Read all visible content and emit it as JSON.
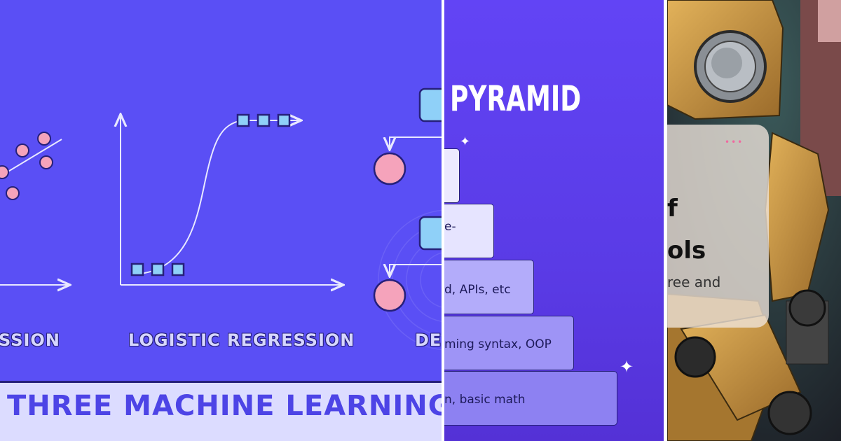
{
  "panel_left": {
    "labels": {
      "linear": "SSION",
      "logistic": "LOGISTIC REGRESSION",
      "tree": "DE"
    },
    "banner": "THREE MACHINE LEARNING MOD"
  },
  "panel_middle": {
    "title": "PYRAMID",
    "steps": [
      {
        "text": ""
      },
      {
        "text": "e-"
      },
      {
        "text": "d, APIs, etc"
      },
      {
        "text": "ming syntax, OOP"
      },
      {
        "text": "n, basic math"
      }
    ],
    "colors": {
      "step_fills": [
        "#e6e4ff",
        "#d6d2ff",
        "#b3acfa",
        "#9e94f6",
        "#8d81f2"
      ]
    }
  },
  "panel_right": {
    "card": {
      "line1": "f",
      "line2": "ols",
      "line3": "ree and",
      "dots": "•••"
    }
  }
}
